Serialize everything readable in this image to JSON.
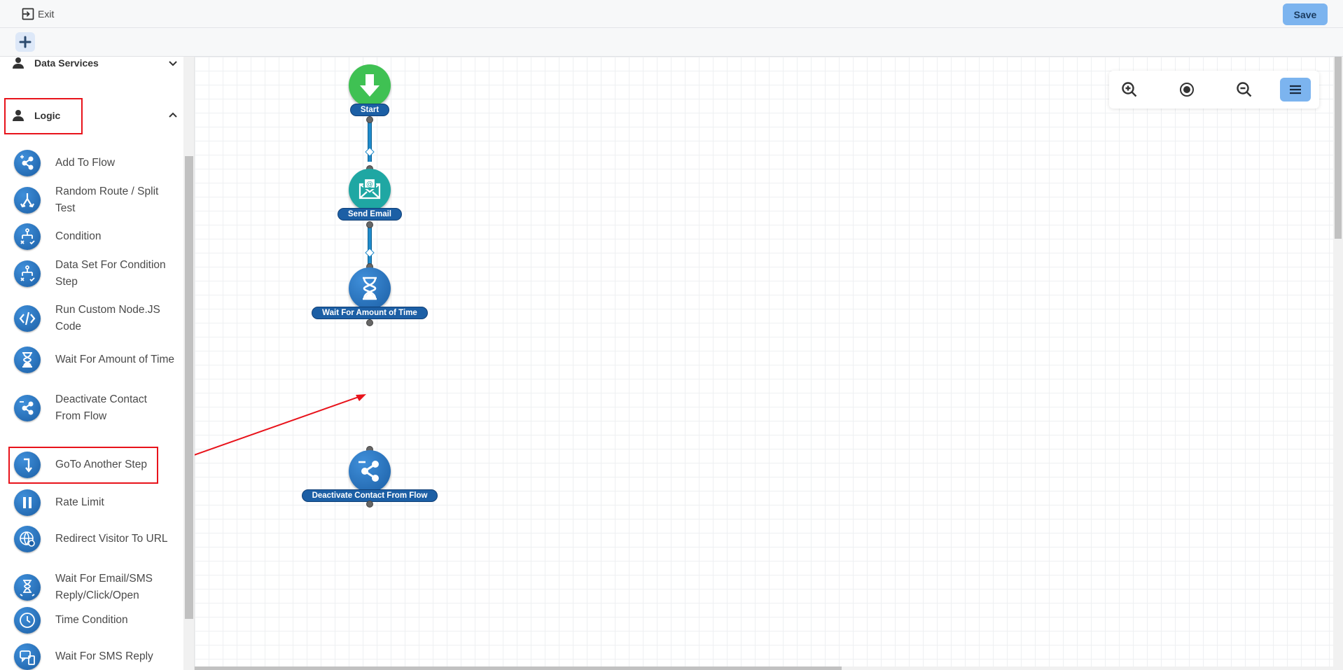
{
  "topbar": {
    "exit_label": "Exit",
    "save_label": "Save"
  },
  "sidebar": {
    "sections": [
      {
        "label": "Data Services",
        "expanded": false
      },
      {
        "label": "Logic",
        "expanded": true
      }
    ],
    "items": [
      {
        "label": "Add To Flow",
        "icon": "add-to-flow-icon"
      },
      {
        "label": "Random Route / Split Test",
        "icon": "split-route-icon"
      },
      {
        "label": "Condition",
        "icon": "condition-icon"
      },
      {
        "label": "Data Set For Condition Step",
        "icon": "condition-data-icon"
      },
      {
        "label": "Run Custom Node.JS Code",
        "icon": "code-icon"
      },
      {
        "label": "Wait For Amount of Time",
        "icon": "hourglass-icon"
      },
      {
        "label": "Deactivate Contact From Flow",
        "icon": "share-minus-icon"
      },
      {
        "label": "GoTo Another Step",
        "icon": "goto-arrow-icon"
      },
      {
        "label": "Rate Limit",
        "icon": "pause-icon"
      },
      {
        "label": "Redirect Visitor To URL",
        "icon": "globe-icon"
      },
      {
        "label": "Wait For Email/SMS Reply/Click/Open",
        "icon": "wait-reply-icon"
      },
      {
        "label": "Time Condition",
        "icon": "clock-icon"
      },
      {
        "label": "Wait For SMS Reply",
        "icon": "sms-icon"
      }
    ]
  },
  "canvas": {
    "nodes": [
      {
        "label": "Start",
        "icon": "down-arrow-icon",
        "color": "#3fc153"
      },
      {
        "label": "Send Email",
        "icon": "email-icon",
        "color": "#1fa7a3"
      },
      {
        "label": "Wait For Amount of Time",
        "icon": "hourglass-icon",
        "color": "#1f6cb8"
      },
      {
        "label": "Deactivate Contact From Flow",
        "icon": "share-minus-icon",
        "color": "#1f6cb8"
      }
    ],
    "zoom_controls": [
      "zoom-in-icon",
      "center-icon",
      "zoom-out-icon",
      "menu-icon"
    ]
  },
  "colors": {
    "accent": "#7cb4ef",
    "node_blue": "#1c5fa5",
    "highlight_red": "#e8131b"
  }
}
